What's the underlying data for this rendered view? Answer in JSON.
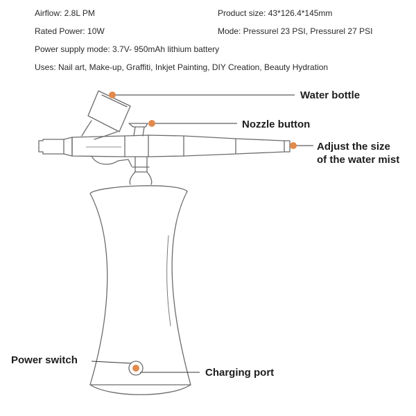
{
  "specs": {
    "airflow": "Airflow: 2.8L PM",
    "product_size": "Product size:  43*126.4*145mm",
    "rated_power": "Rated Power:  10W",
    "mode": "Mode:  Pressurel 23 PSI, Pressurel 27 PSI",
    "power_supply": "Power supply mode:  3.7V- 950mAh lithium battery",
    "uses": "Uses:  Nail art, Make-up, Graffiti, Inkjet Painting, DIY Creation, Beauty Hydration"
  },
  "callouts": {
    "water_bottle": "Water bottle",
    "nozzle_button": "Nozzle button",
    "adjust_line1": "Adjust the size",
    "adjust_line2": "of the water mist",
    "power_switch": "Power switch",
    "charging_port": "Charging port"
  },
  "colors": {
    "marker": "#e08a4e",
    "outline": "#6b6b6b",
    "leader": "#333333"
  }
}
